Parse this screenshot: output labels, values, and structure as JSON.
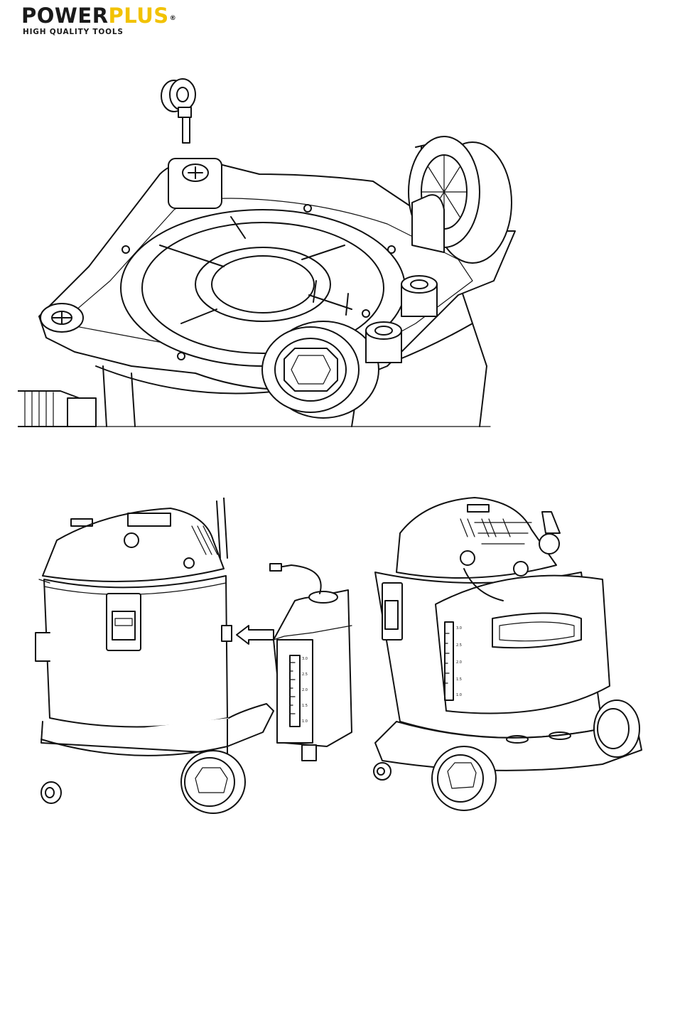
{
  "brand": {
    "name_part1": "POWER",
    "name_part2": "PLUS",
    "registered": "®",
    "tagline": "HIGH QUALITY TOOLS",
    "colors": {
      "black": "#1a1a1a",
      "yellow": "#f2c200"
    }
  },
  "figures": {
    "top": {
      "icon": "vacuum-base-assembly-illustration"
    },
    "bottom_left": {
      "icon": "vacuum-water-tank-attach-illustration",
      "tank_scale": [
        "3.0",
        "2.5",
        "2.0",
        "1.5",
        "1.0"
      ]
    },
    "bottom_right": {
      "icon": "vacuum-assembled-rear-view-illustration",
      "tank_scale": [
        "3.0",
        "2.5",
        "2.0",
        "1.5",
        "1.0"
      ]
    }
  }
}
